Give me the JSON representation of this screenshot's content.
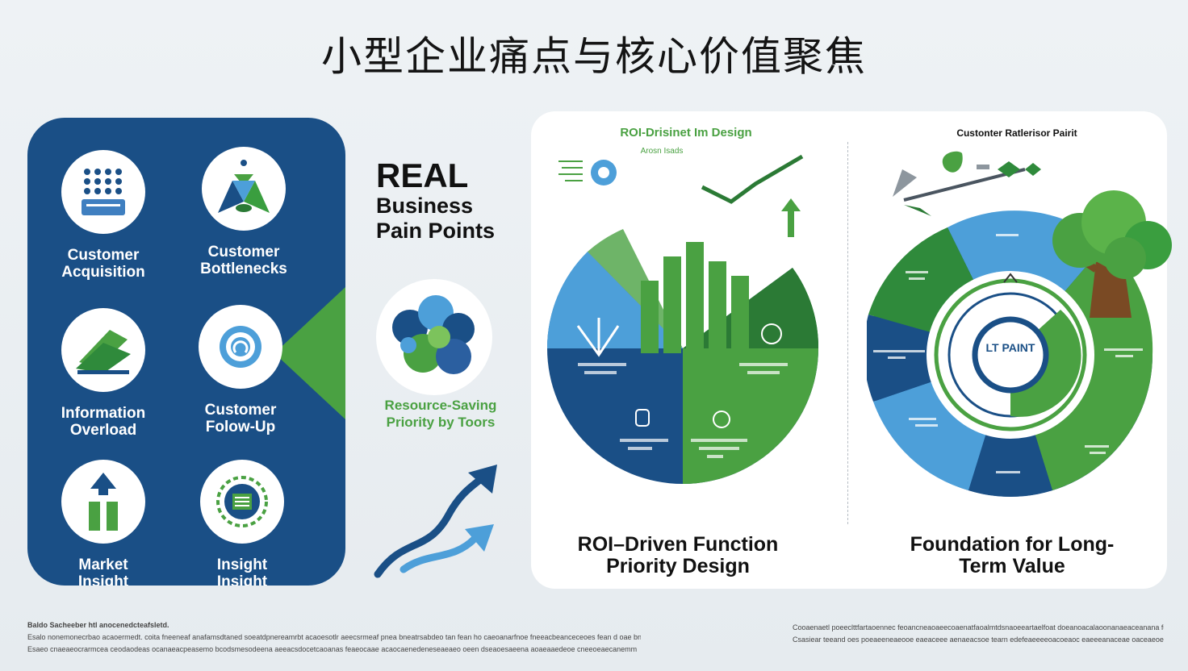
{
  "title": "小型企业痛点与核心价值聚焦",
  "left_panel": {
    "cards": [
      {
        "label": "Customer\nAcquisition"
      },
      {
        "label": "Customer\nBottlenecks"
      },
      {
        "label": "Information\nOverload"
      },
      {
        "label": "Customer\nFolow-Up"
      },
      {
        "label": "Market\nInsight"
      },
      {
        "label": "Insight\nInsight"
      }
    ]
  },
  "middle": {
    "real": "REAL",
    "business": "Business",
    "pain_points": "Pain Points",
    "resource_line1": "Resource-Saving",
    "resource_line2": "Priority by Toors"
  },
  "right": {
    "roi_heading": "ROI-Drisinet Im Design",
    "roi_sub": "Arosn Isads",
    "roi_caption_1": "ROI–Driven Function",
    "roi_caption_2": "Priority Design",
    "customer_heading": "Custonter Ratlerisor Pairit",
    "foundation_caption_1": "Foundation for Long-",
    "foundation_caption_2": "Term Value",
    "center_badge": "LT PAINT"
  },
  "footer": {
    "left_line1": "Baldo Sacheeber htl anocenedcteafsletd.",
    "left_line2": "Esalo nonemonecrbao acaoermedt. coita fneeneaf anafamsdtaned soeatdpnereamrbt acaoesotlr aeecsrmeaf pnea bneatrsabdeo tan fean ho caeoanarfnoe fneeacbeanceceoes fean d oae bneadooaoeendeeao fnee bseam",
    "left_line3": "Esaeo cnaeaeocrarmcea ceodaodeas ocanaeacpeasemo bcodsmesodeena aeeacsdocetcaoanas feaeocaae acaocaenedeneseaeaeo oeen dseaoesaeena aoaeaaedeoe cneeoeaecanemm",
    "right_line1": "Cooaenaetl poeeclttfartaoennec feoancneaoaeecoaenatfaoalmtdsnaoeeartaelfoat doeanoacalaoonanaeaceanana fea iaeanaceog",
    "right_line2": "Csasiear teeand oes poeaeeneaeooe eaeaceee aenaeacsoe tearn edefeaeeeeoacoeaoc eaeeeanaceae oaceaeoe deaeneeaeaeceeceaeac"
  },
  "colors": {
    "navy": "#1a4f86",
    "green": "#4aa142",
    "light_blue": "#4d9fd9",
    "white": "#ffffff"
  }
}
